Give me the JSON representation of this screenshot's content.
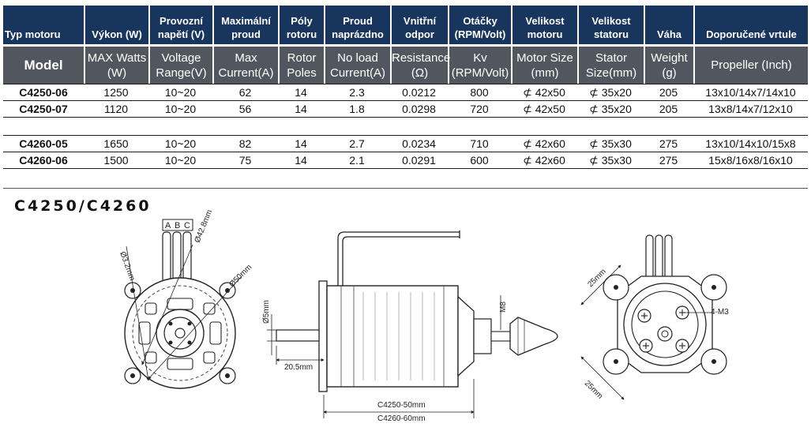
{
  "table": {
    "headers_cz": [
      "Typ motoru",
      "Výkon (W)",
      "Provozní napětí (V)",
      "Maximální proud",
      "Póly rotoru",
      "Proud naprázdno",
      "Vnitřní odpor",
      "Otáčky (RPM/Volt)",
      "Velikost motoru",
      "Velikost statoru",
      "Váha",
      "Doporučené vrtule"
    ],
    "headers_en": [
      "Model",
      "MAX Watts (W)",
      "Voltage Range(V)",
      "Max Current(A)",
      "Rotor Poles",
      "No load Current(A)",
      "Resistance (Ω)",
      "Kv (RPM/Volt)",
      "Motor Size (mm)",
      "Stator Size(mm)",
      "Weight (g)",
      "Propeller (Inch)"
    ],
    "rows": [
      [
        "C4250-06",
        "1250",
        "10~20",
        "62",
        "14",
        "2.3",
        "0.0212",
        "800",
        "⊄ 42x50",
        "⊄ 35x20",
        "205",
        "13x10/14x7/14x10"
      ],
      [
        "C4250-07",
        "1120",
        "10~20",
        "56",
        "14",
        "1.8",
        "0.0298",
        "720",
        "⊄ 42x50",
        "⊄ 35x20",
        "205",
        "13x8/14x7/12x10"
      ],
      [
        "C4260-05",
        "1650",
        "10~20",
        "82",
        "14",
        "2.7",
        "0.0234",
        "710",
        "⊄ 42x60",
        "⊄ 35x30",
        "275",
        "13x10/14x10/15x8"
      ],
      [
        "C4260-06",
        "1500",
        "10~20",
        "75",
        "14",
        "2.1",
        "0.0291",
        "600",
        "⊄ 42x60",
        "⊄ 35x30",
        "275",
        "15x8/16x8/16x10"
      ]
    ]
  },
  "drawing": {
    "title": "C4250/C4260",
    "front": {
      "wire_labels": [
        "A",
        "B",
        "C"
      ],
      "dim_hole": "Ø3.2mm",
      "dim_pcd": "Ø42.8mm",
      "dim_outer": "Ø50mm"
    },
    "side": {
      "dim_shaft": "Ø5mm",
      "dim_shaft_len": "20.5mm",
      "dim_thread": "M8",
      "dim_len_1": "C4250-50mm",
      "dim_len_2": "C4260-60mm"
    },
    "rear": {
      "dim_top": "25mm",
      "dim_bottom": "25mm",
      "dim_screw": "4-M3"
    }
  }
}
